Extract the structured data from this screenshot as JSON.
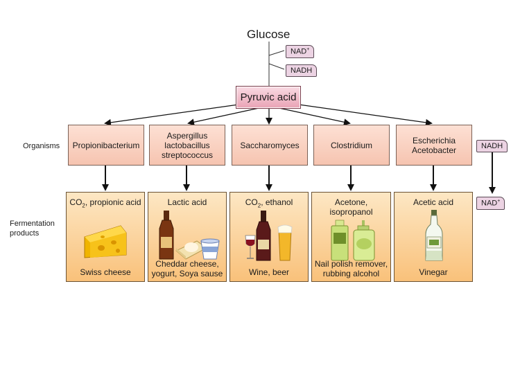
{
  "top": {
    "glucose": "Glucose",
    "nad_plus": "NAD",
    "nad_plus_sup": "+",
    "nadh": "NADH",
    "pyruvic": "Pyruvic acid"
  },
  "labels": {
    "organisms": "Organisms",
    "fermentation_products": "Fermentation products"
  },
  "side_cycle": {
    "nadh": "NADH",
    "nad_plus": "NAD",
    "nad_plus_sup": "+"
  },
  "organisms": [
    {
      "lines": [
        "Propionibacterium"
      ]
    },
    {
      "lines": [
        "Aspergillus",
        "lactobacillus",
        "streptococcus"
      ]
    },
    {
      "lines": [
        "Saccharomyces"
      ]
    },
    {
      "lines": [
        "Clostridium"
      ]
    },
    {
      "lines": [
        "Escherichia",
        "Acetobacter"
      ]
    }
  ],
  "products": [
    {
      "title_pre": "CO",
      "title_sub": "2",
      "title_post": ", propionic acid",
      "examples": [
        "Swiss cheese"
      ],
      "icon": "cheese-icon"
    },
    {
      "title_pre": "Lactic acid",
      "title_sub": "",
      "title_post": "",
      "examples": [
        "Cheddar cheese,",
        "yogurt, Soya sause"
      ],
      "icon": "sauce-cheese-yogurt-icon"
    },
    {
      "title_pre": "CO",
      "title_sub": "2",
      "title_post": ", ethanol",
      "examples": [
        "Wine, beer"
      ],
      "icon": "wine-beer-icon"
    },
    {
      "title_pre": "Acetone,",
      "title_sub": "",
      "title_post": "",
      "title_line2": "isopropanol",
      "examples": [
        "Nail polish remover,",
        "rubbing alcohol"
      ],
      "icon": "bottles-icon"
    },
    {
      "title_pre": "Acetic acid",
      "title_sub": "",
      "title_post": "",
      "examples": [
        "Vinegar"
      ],
      "icon": "vinegar-bottle-icon"
    }
  ]
}
